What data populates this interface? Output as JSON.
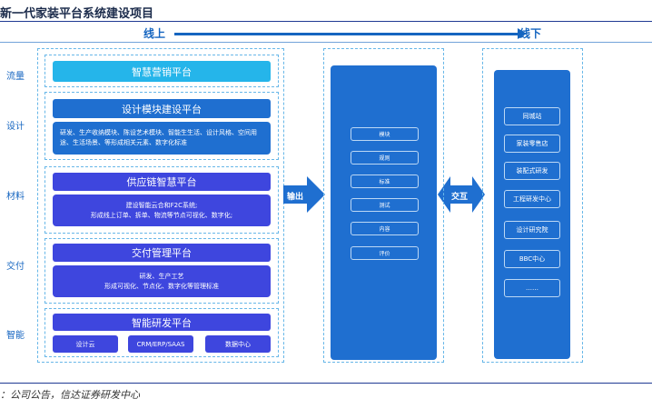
{
  "title": "新一代家装平台系统建设项目",
  "header": {
    "online": "线上",
    "offline": "线下"
  },
  "categories": [
    "流量",
    "设计",
    "材料",
    "交付",
    "智能"
  ],
  "left": {
    "marketing": "智慧营销平台",
    "design": {
      "title": "设计模块建设平台",
      "body": "研发、生产收纳模块、陈设艺术模块、智能生生活、设计风格、空间用途、生活场景、等形成相关元素、数字化标准"
    },
    "supply": {
      "title": "供应链智慧平台",
      "body_line1": "建设智能云合和F2C系统;",
      "body_line2": "形成线上订单、拆单、物流等节点可视化、数字化;"
    },
    "delivery": {
      "title": "交付管理平台",
      "body_line1": "研发、生产工艺",
      "body_line2": "形成可视化、节点化、数字化等管理标准"
    },
    "intel": {
      "title": "智能研发平台",
      "subs": [
        "设计云",
        "CRM/ERP/SAAS",
        "数据中心"
      ]
    }
  },
  "arrows": {
    "output": "输出",
    "interact": "交互"
  },
  "middle": {
    "items": [
      "模块",
      "规则",
      "标准",
      "测试",
      "内容",
      "评价"
    ]
  },
  "right": {
    "items": [
      "同城站",
      "家装零售店",
      "装配式研发",
      "工程研发中心",
      "设计研究院",
      "BBC中心",
      "……"
    ]
  },
  "source": "：公司公告，信达证券研发中心",
  "colors": {
    "cyan": "#25b5ea",
    "blue": "#1f6fd0",
    "purple": "#3e46de",
    "accent": "#1565c0"
  }
}
